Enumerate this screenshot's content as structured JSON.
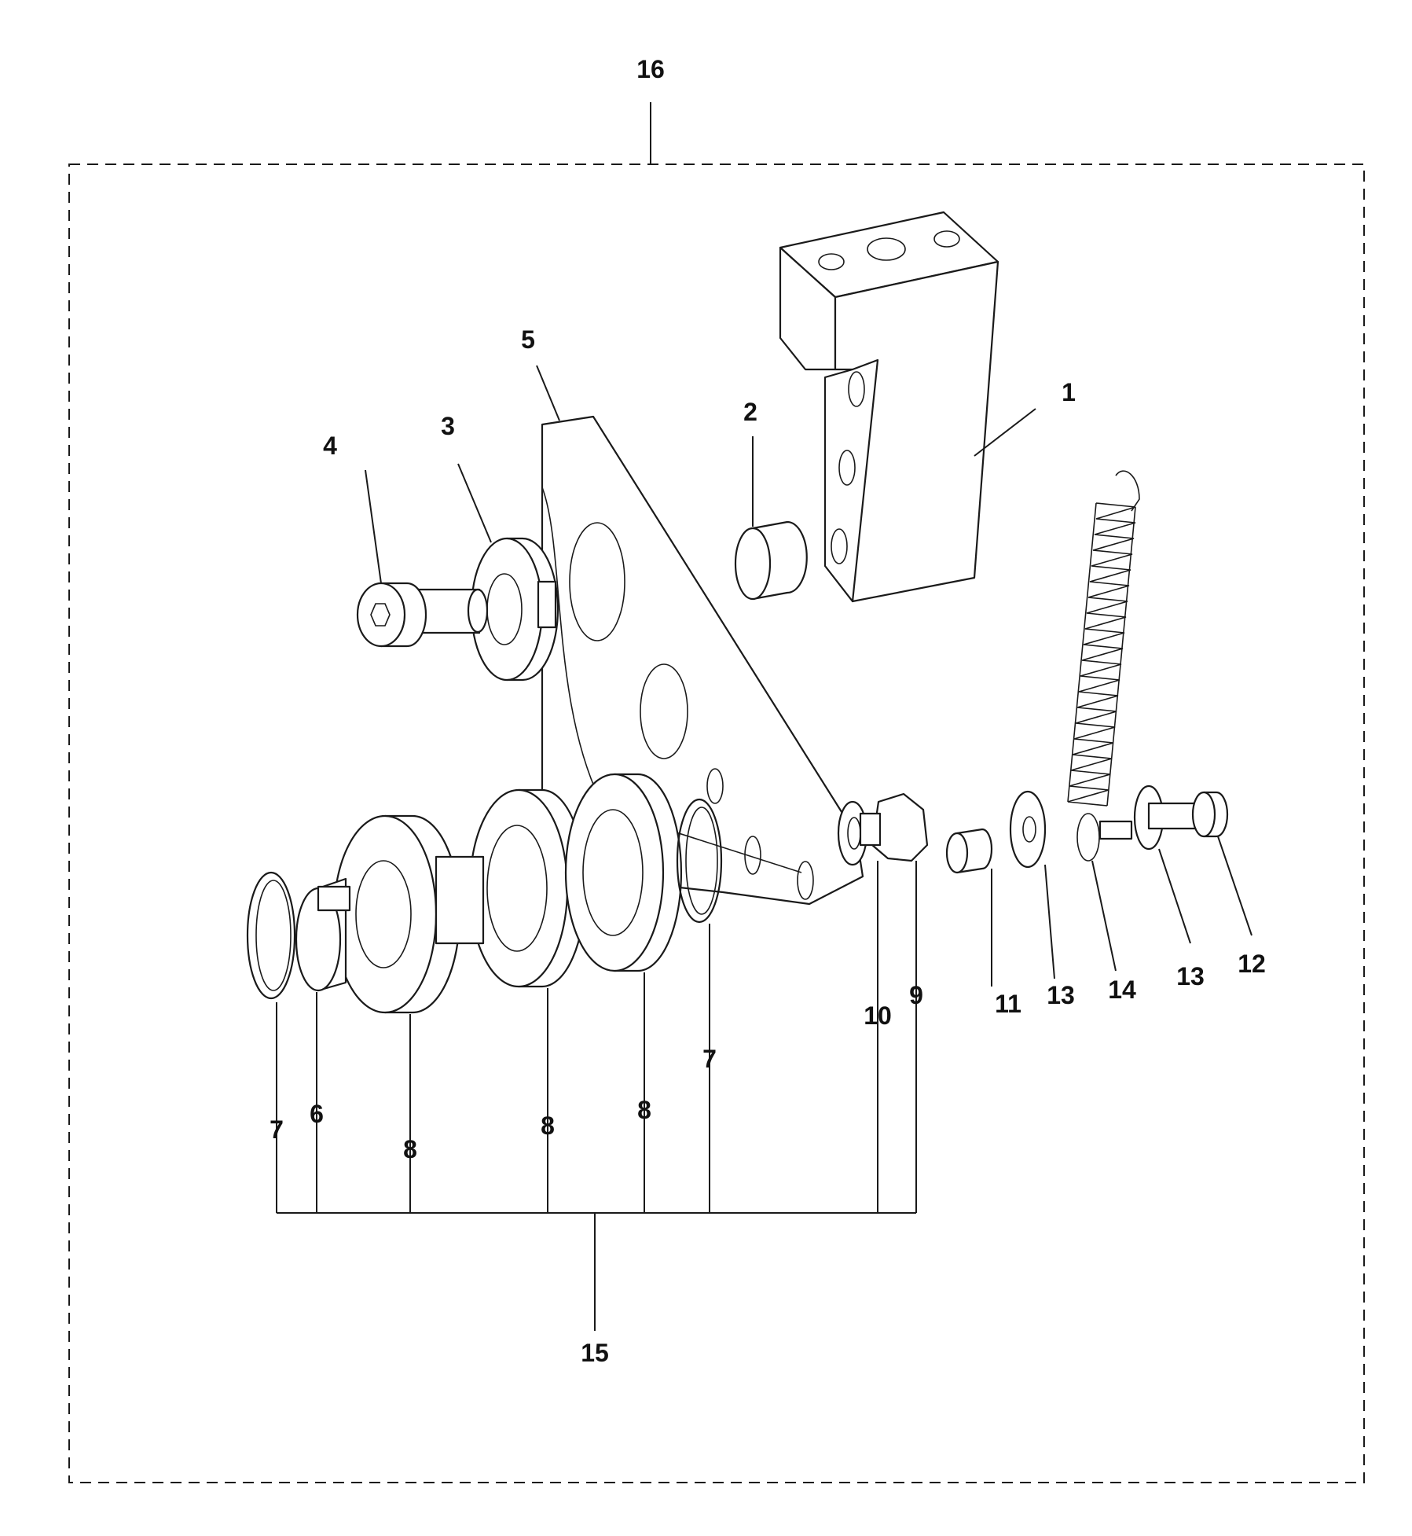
{
  "callouts": {
    "c1": "1",
    "c2": "2",
    "c3": "3",
    "c4": "4",
    "c5": "5",
    "c6": "6",
    "c7a": "7",
    "c7b": "7",
    "c8a": "8",
    "c8b": "8",
    "c8c": "8",
    "c9": "9",
    "c10": "10",
    "c11": "11",
    "c12": "12",
    "c13a": "13",
    "c13b": "13",
    "c14": "14",
    "c15": "15",
    "c16": "16"
  },
  "colors": {
    "line": "#1a1a1a",
    "background": "#ffffff"
  }
}
